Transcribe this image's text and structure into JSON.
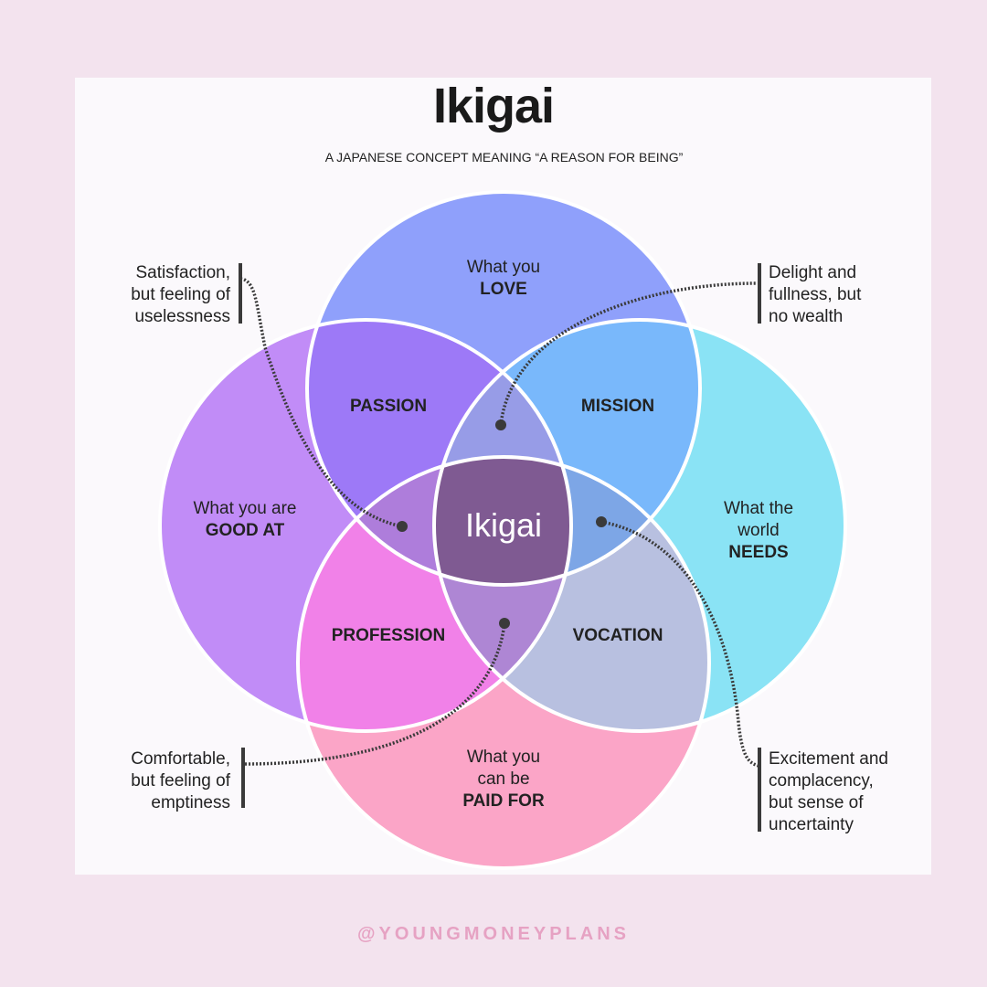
{
  "title": "Ikigai",
  "subtitle": "A JAPANESE CONCEPT MEANING “A REASON FOR BEING”",
  "circles": {
    "love": {
      "line1": "What you",
      "line2": "LOVE",
      "color": "#8fa0fb"
    },
    "good_at": {
      "line1": "What you are",
      "line2": "GOOD AT",
      "color": "#c18cf7"
    },
    "needs": {
      "line1": "What the",
      "line2": "world",
      "line3": "NEEDS",
      "color": "#8ae3f5"
    },
    "paid_for": {
      "line1": "What you",
      "line2": "can be",
      "line3": "PAID FOR",
      "color": "#fba5c7"
    }
  },
  "overlaps": {
    "passion": {
      "label": "PASSION",
      "color": "#9d79f7"
    },
    "mission": {
      "label": "MISSION",
      "color": "#79b8fb"
    },
    "profession": {
      "label": "PROFESSION",
      "color": "#f181e8"
    },
    "vocation": {
      "label": "VOCATION",
      "color": "#b8c0e0"
    },
    "top_lens": {
      "color": "#979ce7"
    },
    "left_lens": {
      "color": "#ae7ddb"
    },
    "right_lens": {
      "color": "#7da6e6"
    },
    "bottom_lens": {
      "color": "#ae86d4"
    },
    "center": {
      "label": "Ikigai",
      "color": "#7f5a92"
    }
  },
  "notes": {
    "top_left": [
      "Satisfaction,",
      "but feeling of",
      "uselessness"
    ],
    "top_right": [
      "Delight and",
      "fullness, but",
      "no wealth"
    ],
    "bottom_left": [
      "Comfortable,",
      "but feeling of",
      "emptiness"
    ],
    "bottom_right": [
      "Excitement and",
      "complacency,",
      "but sense of",
      "uncertainty"
    ]
  },
  "footer_handle": "@YOUNGMONEYPLANS"
}
